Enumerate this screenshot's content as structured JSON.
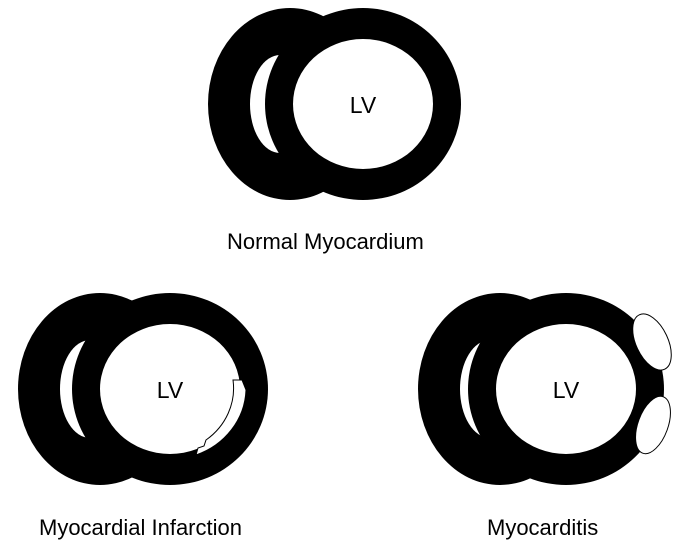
{
  "colors": {
    "background": "#ffffff",
    "myocardium": "#000000",
    "cavity": "#ffffff"
  },
  "panels": {
    "normal": {
      "cavity_label": "LV",
      "caption": "Normal Myocardium"
    },
    "infarction": {
      "cavity_label": "LV",
      "caption": "Myocardial Infarction"
    },
    "myocarditis": {
      "cavity_label": "LV",
      "caption": "Myocarditis"
    }
  }
}
